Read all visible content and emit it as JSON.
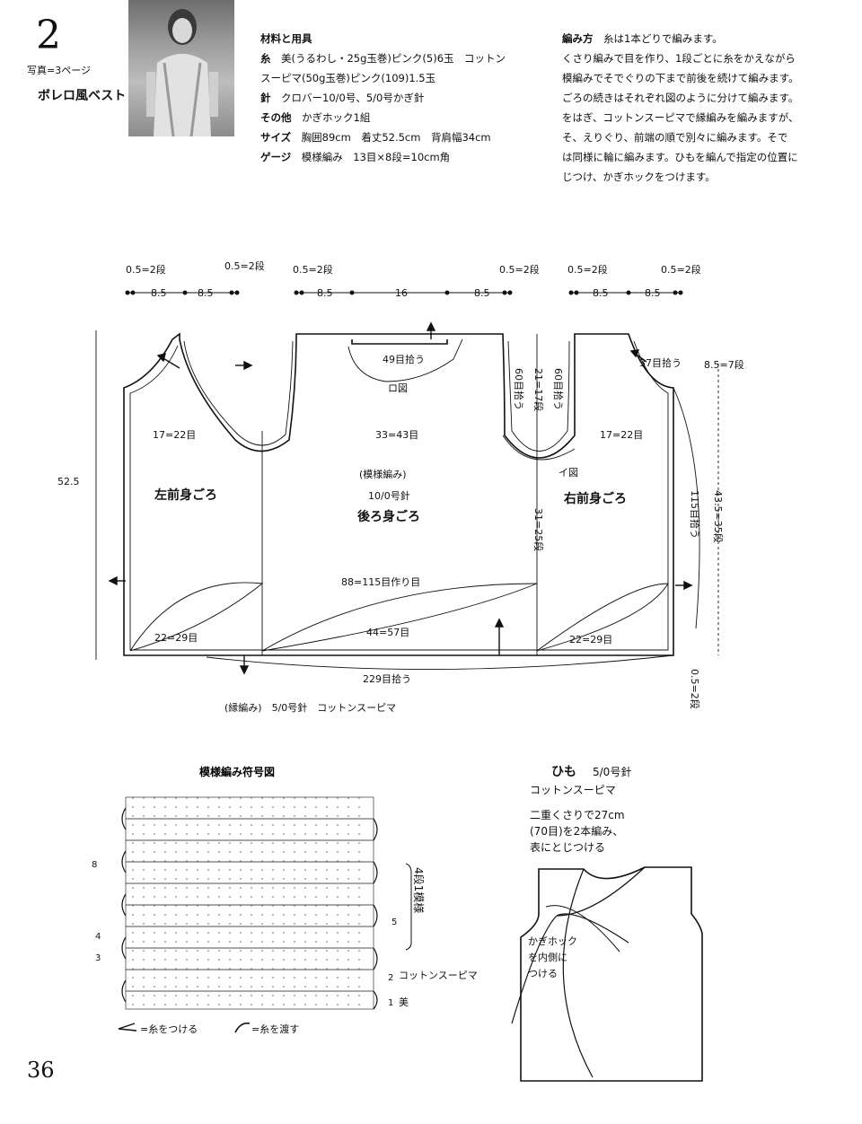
{
  "header": {
    "number": "2",
    "photo_ref": "写真=3ページ",
    "title": "ボレロ風ベスト"
  },
  "materials": {
    "heading": "材料と用具",
    "yarn_label": "糸",
    "yarn_line1": "美(うるわし・25g玉巻)ピンク(5)6玉　コットン",
    "yarn_line2": "スーピマ(50g玉巻)ピンク(109)1.5玉",
    "needle_label": "針",
    "needle_value": "クロバー10/0号、5/0号かぎ針",
    "other_label": "その他",
    "other_value": "かぎホック1組",
    "size_label": "サイズ",
    "size_value": "胸囲89cm　着丈52.5cm　背肩幅34cm",
    "gauge_label": "ゲージ",
    "gauge_value": "模様編み　13目×8段=10cm角"
  },
  "method": {
    "heading": "編み方",
    "line1": "糸は1本どりで編みます。",
    "line2": "くさり編みで目を作り、1段ごとに糸をかえながら",
    "line3": "模編みでそでぐりの下まで前後を続けて編みます。",
    "line4": "ごろの続きはそれぞれ図のように分けて編みます。",
    "line5": "をはぎ、コットンスーピマで縁編みを編みますが、",
    "line6": "そ、えりぐり、前端の順で別々に編みます。そで",
    "line7": "は同様に輪に編みます。ひもを編んで指定の位置に",
    "line8": "じつけ、かぎホックをつけます。"
  },
  "diagram": {
    "top_d1": "0.5=2段",
    "top_d2": "0.5=2段",
    "top_d3": "0.5=2段",
    "top_d4": "0.5=2段",
    "top_d5": "0.5=2段",
    "top_d6": "0.5=2段",
    "w85a": "8.5",
    "w85b": "8.5",
    "w85c": "8.5",
    "w16": "16",
    "w85d": "8.5",
    "w85e": "8.5",
    "w85f": "8.5",
    "neck_pick": "49目拾う",
    "ro_ref": "ロ図",
    "pick60a": "60目拾う",
    "v21": "21=17段",
    "pick60b": "60目拾う",
    "pick37": "37目拾う",
    "r85": "8.5=7段",
    "height": "52.5",
    "w17l": "17=22目",
    "w33": "33=43目",
    "w17r": "17=22目",
    "i_ref": "イ図",
    "pattern_st": "(模様編み)",
    "needle10": "10/0号針",
    "back": "後ろ身ごろ",
    "left_front": "左前身ごろ",
    "right_front": "右前身ごろ",
    "v31": "31=25段",
    "pick115": "115目拾う",
    "v435": "43.5=35段",
    "w88": "88=115目作り目",
    "w22l": "22=29目",
    "w44": "44=57目",
    "w22r": "22=29目",
    "pick229": "229目拾う",
    "bottom_edge": "0.5=2段",
    "edging": "(縁編み)　5/0号針　コットンスーピマ"
  },
  "chart": {
    "title": "模様編み符号図",
    "row8": "8",
    "row5": "5",
    "row4": "4",
    "row3": "3",
    "row2": "2",
    "row1": "1",
    "rep": "4段1模様",
    "yarn_cotton": "コットンスーピマ",
    "yarn_uruwashi": "美",
    "legend1": "=糸をつける",
    "legend2": "=糸を渡す"
  },
  "string": {
    "title": "ひも",
    "needle": "5/0号針",
    "yarn": "コットンスーピマ",
    "desc1": "二重くさりで27cm",
    "desc2": "(70目)を2本編み、",
    "desc3": "表にとじつける",
    "hook1": "かぎホック",
    "hook2": "を内側に",
    "hook3": "つける"
  },
  "page_number": "36"
}
